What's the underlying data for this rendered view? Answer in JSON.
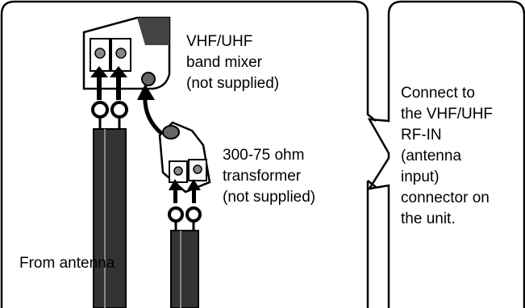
{
  "labels": {
    "mixer": "VHF/UHF\nband mixer\n(not supplied)",
    "transformer": "300-75 ohm\ntransformer\n(not supplied)",
    "antenna": "From antenna",
    "side_note": "Connect to\nthe VHF/UHF\nRF-IN\n(antenna\ninput)\nconnector on\nthe unit."
  },
  "colors": {
    "line": "#000000",
    "panel": "#ffffff",
    "device_fill": "#ffffff",
    "shading": "#666666"
  }
}
